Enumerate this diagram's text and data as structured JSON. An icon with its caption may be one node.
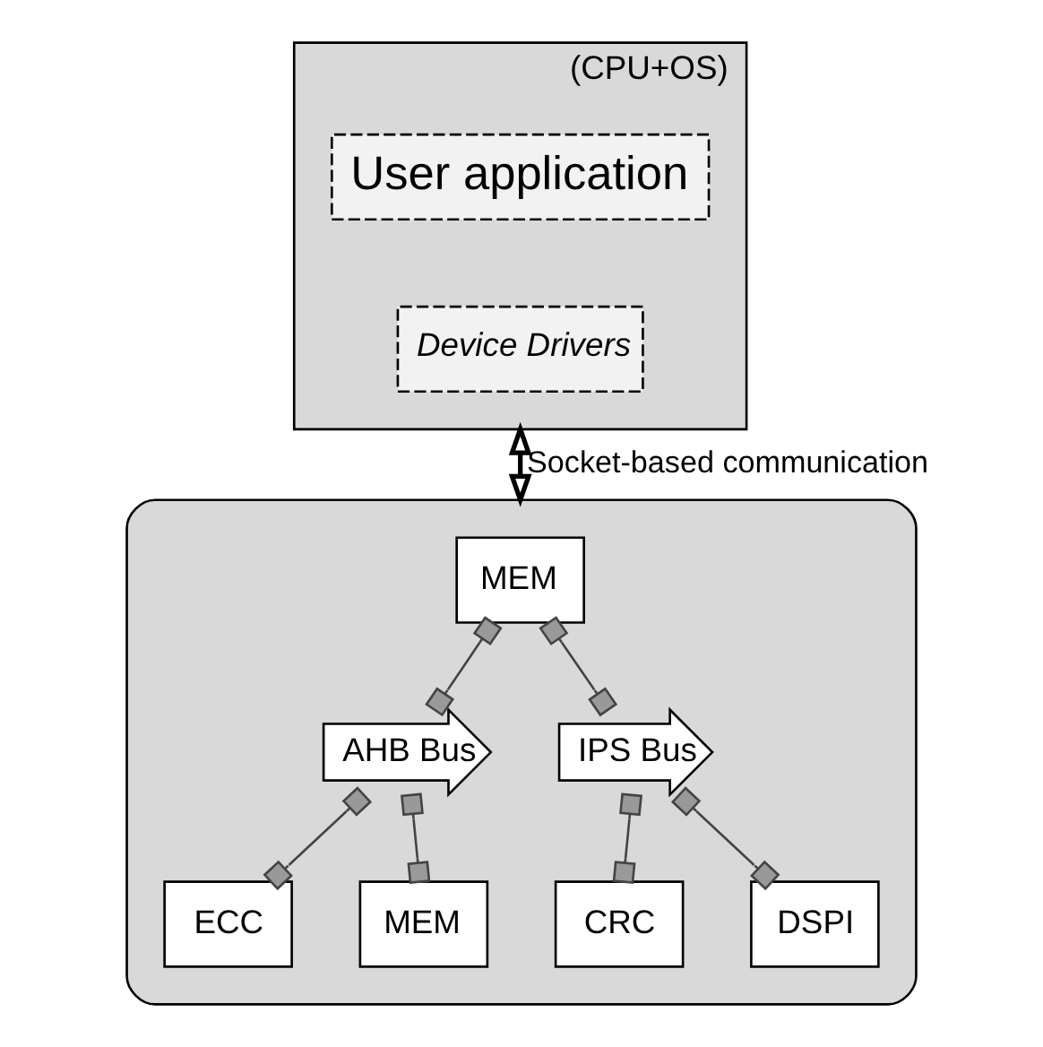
{
  "diagram": {
    "nodes": [
      {
        "text": [
          "(CPU+OS)"
        ]
      },
      {
        "text": [
          "User application"
        ],
        "in": 0
      },
      {
        "text": [
          "Device Drivers"
        ],
        "in": 0
      },
      {
        "text": [],
        "shape": "box"
      },
      {
        "text": [
          "AHB Bus"
        ],
        "in": 3
      },
      {
        "text": [
          "MEM"
        ],
        "in": 3
      },
      {
        "text": [
          "IPS Bus"
        ],
        "in": 3
      },
      {
        "text": [
          "ECC"
        ],
        "in": 3
      },
      {
        "text": [
          "MEM"
        ],
        "in": 3
      },
      {
        "text": [
          "CRC"
        ],
        "in": 3
      },
      {
        "text": [
          "DSPI"
        ],
        "in": 3
      }
    ],
    "edges": [
      {
        "from": 0,
        "to": 3,
        "arrow": "both",
        "label": "Socket-based communication"
      },
      {
        "from": 5,
        "to": 4,
        "arrow": "other"
      },
      {
        "from": 5,
        "to": 6,
        "arrow": "other"
      },
      {
        "from": 4,
        "to": 7,
        "arrow": "other"
      },
      {
        "from": 4,
        "to": 8,
        "arrow": "other"
      },
      {
        "from": 6,
        "to": 9,
        "arrow": "other"
      },
      {
        "from": 6,
        "to": 10,
        "arrow": "other"
      }
    ]
  }
}
